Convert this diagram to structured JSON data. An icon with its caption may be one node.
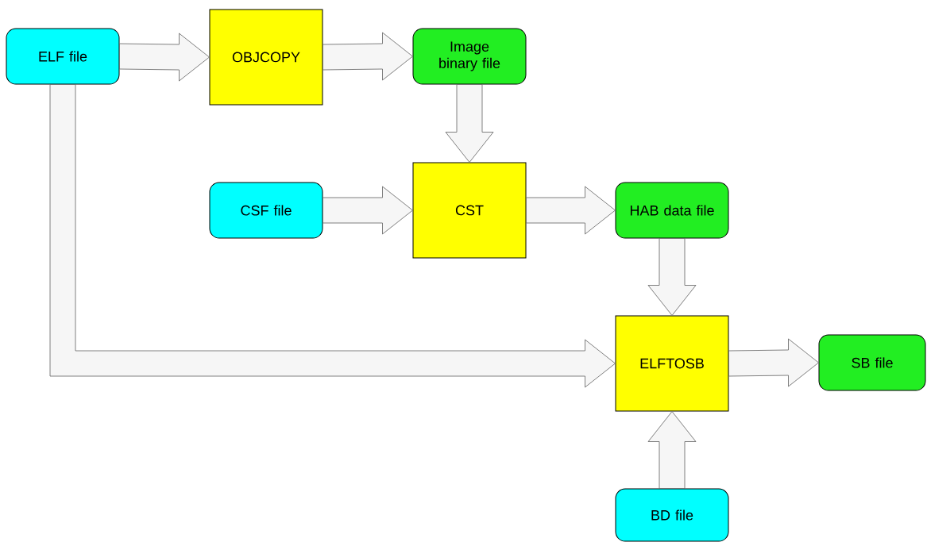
{
  "diagram": {
    "nodes": [
      {
        "text": [
          "ELF file"
        ]
      },
      {
        "text": [
          "OBJCOPY"
        ]
      },
      {
        "text": [
          "Image binary file"
        ]
      },
      {
        "text": [
          "CSF file"
        ]
      },
      {
        "text": [
          "CST"
        ]
      },
      {
        "text": [
          "HAB data file"
        ]
      },
      {
        "text": [
          "ELFTOSB"
        ]
      },
      {
        "text": [
          "SB file"
        ]
      },
      {
        "text": [
          "BD file"
        ]
      }
    ],
    "edges": [
      {
        "from": 0,
        "to": 1,
        "arrow": "to"
      },
      {
        "from": 1,
        "to": 2,
        "arrow": "to"
      },
      {
        "from": 2,
        "to": 4,
        "arrow": "to"
      },
      {
        "from": 3,
        "to": 4,
        "arrow": "to"
      },
      {
        "from": 4,
        "to": 5,
        "arrow": "to"
      },
      {
        "from": 5,
        "to": 6,
        "arrow": "to"
      },
      {
        "from": 0,
        "to": 6,
        "arrow": "to"
      },
      {
        "from": 8,
        "to": 6,
        "arrow": "to"
      },
      {
        "from": 6,
        "to": 7,
        "arrow": "to"
      }
    ]
  }
}
